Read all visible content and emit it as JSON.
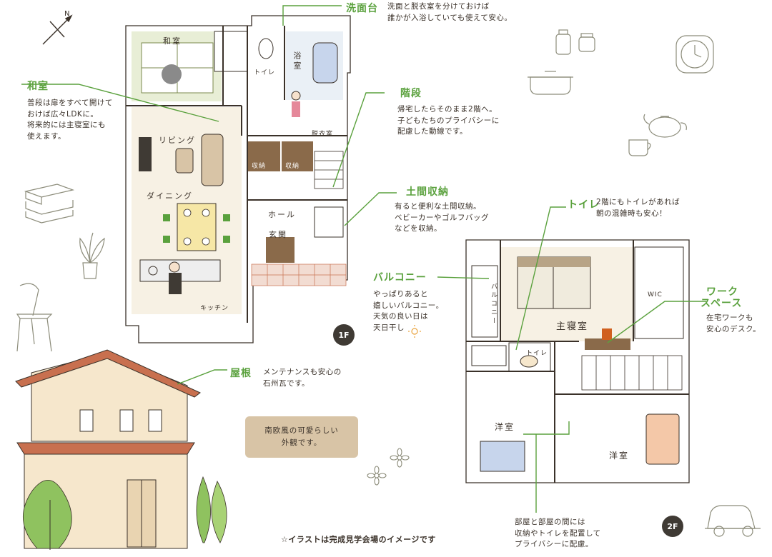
{
  "callouts": {
    "senmendai": {
      "title": "洗面台",
      "text": "洗面と脱衣室を分けておけば\n誰かが入浴していても使えて安心。"
    },
    "washitsu": {
      "title": "和室",
      "text": "普段は扉をすべて開けて\nおけば広々LDKに。\n将来的には主寝室にも\n使えます。"
    },
    "kaidan": {
      "title": "階段",
      "text": "帰宅したらそのまま2階へ。\n子どもたちのプライバシーに\n配慮した動線です。"
    },
    "doma": {
      "title": "土間収納",
      "text": "有ると便利な土間収納。\nベビーカーやゴルフバッグ\nなどを収納。"
    },
    "toilet2": {
      "title": "トイレ",
      "text": "2階にもトイレがあれば\n朝の混雑時も安心！"
    },
    "balcony": {
      "title": "バルコニー",
      "text": "やっぱりあると\n嬉しいバルコニー。\n天気の良い日は\n天日干し"
    },
    "work": {
      "title_line1": "ワーク",
      "title_line2": "スペース",
      "text": "在宅ワークも\n安心のデスク。"
    },
    "yane": {
      "title": "屋根",
      "text": "メンテナンスも安心の\n石州瓦です。"
    },
    "heya": {
      "text": "部屋と部屋の間には\n収納やトイレを配置して\nプライバシーに配慮。"
    }
  },
  "rooms_1f": {
    "washitsu": "和室",
    "toilet": "トイレ",
    "yokushitsu": "浴室",
    "datsuishitsu": "脱衣室",
    "living": "リビング",
    "dining": "ダイニング",
    "kitchen": "キッチン",
    "shuno1": "収納",
    "shuno2": "収納",
    "hall": "ホール",
    "genkan": "玄関"
  },
  "rooms_2f": {
    "shushinshitsu": "主寝室",
    "wic": "WIC",
    "toilet": "トイレ",
    "balcony": "バルコニー",
    "yoshitsu1": "洋室",
    "yoshitsu2": "洋室"
  },
  "floors": {
    "first": "1F",
    "second": "2F"
  },
  "exterior_note": {
    "line1": "南欧風の可愛らしい",
    "line2": "外観です。"
  },
  "footer": "☆イラストは完成見学会場のイメージです",
  "colors": {
    "accent_green": "#5aa13d",
    "wall": "#ffffff",
    "tatami": "#e8eed6",
    "floor_wood": "#f4efe3",
    "roof_tile": "#c8704f",
    "exterior_wall": "#f6e7cc",
    "window_blue": "#c7d5ec",
    "note_box": "#d8c4a6"
  }
}
